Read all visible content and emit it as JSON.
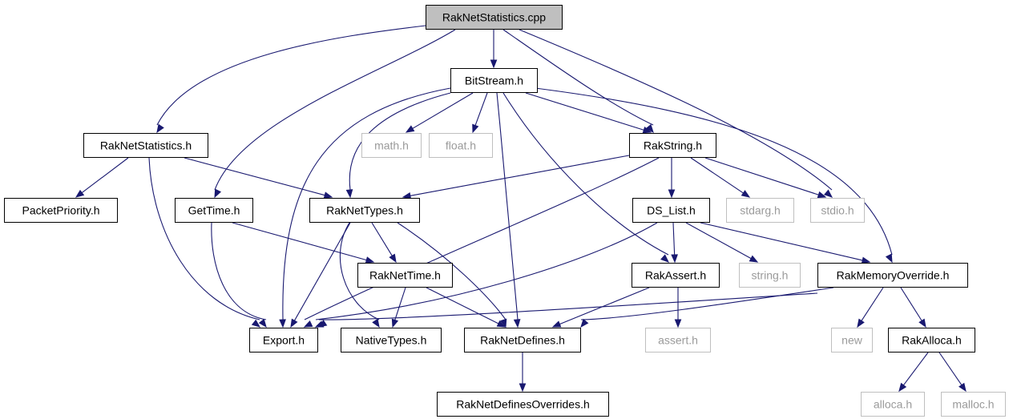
{
  "graph": {
    "root": "n0",
    "colors": {
      "edge": "#191970",
      "root_fill": "#bfbfbf",
      "project_border": "#000000",
      "system_border": "#bfbfbf",
      "system_text": "#9a9a9a",
      "background": "#ffffff"
    },
    "nodes": [
      {
        "id": "n0",
        "label": "RakNetStatistics.cpp",
        "kind": "root"
      },
      {
        "id": "n1",
        "label": "BitStream.h",
        "kind": "project"
      },
      {
        "id": "n2",
        "label": "RakNetStatistics.h",
        "kind": "project"
      },
      {
        "id": "n3",
        "label": "math.h",
        "kind": "system"
      },
      {
        "id": "n4",
        "label": "float.h",
        "kind": "system"
      },
      {
        "id": "n5",
        "label": "RakString.h",
        "kind": "project"
      },
      {
        "id": "n6",
        "label": "PacketPriority.h",
        "kind": "project"
      },
      {
        "id": "n7",
        "label": "GetTime.h",
        "kind": "project"
      },
      {
        "id": "n8",
        "label": "RakNetTypes.h",
        "kind": "project"
      },
      {
        "id": "n9",
        "label": "DS_List.h",
        "kind": "project"
      },
      {
        "id": "n10",
        "label": "stdarg.h",
        "kind": "system"
      },
      {
        "id": "n11",
        "label": "stdio.h",
        "kind": "system"
      },
      {
        "id": "n12",
        "label": "RakNetTime.h",
        "kind": "project"
      },
      {
        "id": "n13",
        "label": "RakAssert.h",
        "kind": "project"
      },
      {
        "id": "n14",
        "label": "string.h",
        "kind": "system"
      },
      {
        "id": "n15",
        "label": "RakMemoryOverride.h",
        "kind": "project"
      },
      {
        "id": "n16",
        "label": "Export.h",
        "kind": "project"
      },
      {
        "id": "n17",
        "label": "NativeTypes.h",
        "kind": "project"
      },
      {
        "id": "n18",
        "label": "RakNetDefines.h",
        "kind": "project"
      },
      {
        "id": "n19",
        "label": "assert.h",
        "kind": "system"
      },
      {
        "id": "n20",
        "label": "new",
        "kind": "system"
      },
      {
        "id": "n21",
        "label": "RakAlloca.h",
        "kind": "project"
      },
      {
        "id": "n22",
        "label": "RakNetDefinesOverrides.h",
        "kind": "project"
      },
      {
        "id": "n23",
        "label": "alloca.h",
        "kind": "system"
      },
      {
        "id": "n24",
        "label": "malloc.h",
        "kind": "system"
      }
    ],
    "edges": [
      {
        "from": "n0",
        "to": "n1"
      },
      {
        "from": "n0",
        "to": "n2"
      },
      {
        "from": "n0",
        "to": "n7"
      },
      {
        "from": "n0",
        "to": "n5"
      },
      {
        "from": "n0",
        "to": "n11"
      },
      {
        "from": "n1",
        "to": "n3"
      },
      {
        "from": "n1",
        "to": "n4"
      },
      {
        "from": "n1",
        "to": "n5"
      },
      {
        "from": "n1",
        "to": "n8"
      },
      {
        "from": "n1",
        "to": "n16"
      },
      {
        "from": "n1",
        "to": "n18"
      },
      {
        "from": "n1",
        "to": "n13"
      },
      {
        "from": "n1",
        "to": "n15"
      },
      {
        "from": "n2",
        "to": "n6"
      },
      {
        "from": "n2",
        "to": "n8"
      },
      {
        "from": "n2",
        "to": "n16"
      },
      {
        "from": "n7",
        "to": "n12"
      },
      {
        "from": "n7",
        "to": "n16"
      },
      {
        "from": "n8",
        "to": "n12"
      },
      {
        "from": "n8",
        "to": "n16"
      },
      {
        "from": "n8",
        "to": "n17"
      },
      {
        "from": "n8",
        "to": "n18"
      },
      {
        "from": "n5",
        "to": "n8"
      },
      {
        "from": "n5",
        "to": "n9"
      },
      {
        "from": "n5",
        "to": "n10"
      },
      {
        "from": "n5",
        "to": "n11"
      },
      {
        "from": "n5",
        "to": "n16"
      },
      {
        "from": "n9",
        "to": "n13"
      },
      {
        "from": "n9",
        "to": "n14"
      },
      {
        "from": "n9",
        "to": "n15"
      },
      {
        "from": "n9",
        "to": "n16"
      },
      {
        "from": "n12",
        "to": "n17"
      },
      {
        "from": "n12",
        "to": "n18"
      },
      {
        "from": "n13",
        "to": "n18"
      },
      {
        "from": "n13",
        "to": "n19"
      },
      {
        "from": "n15",
        "to": "n16"
      },
      {
        "from": "n15",
        "to": "n18"
      },
      {
        "from": "n15",
        "to": "n20"
      },
      {
        "from": "n15",
        "to": "n21"
      },
      {
        "from": "n18",
        "to": "n22"
      },
      {
        "from": "n21",
        "to": "n23"
      },
      {
        "from": "n21",
        "to": "n24"
      }
    ]
  }
}
